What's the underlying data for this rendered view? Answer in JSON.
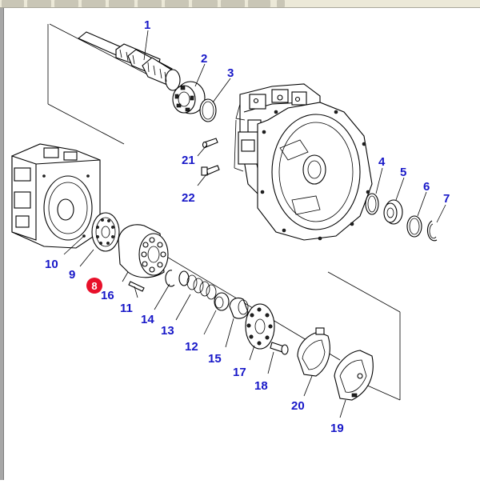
{
  "callouts": {
    "c1": "1",
    "c2": "2",
    "c3": "3",
    "c4": "4",
    "c5": "5",
    "c6": "6",
    "c7": "7",
    "c8": "8",
    "c9": "9",
    "c10": "10",
    "c11": "11",
    "c12": "12",
    "c13": "13",
    "c14": "14",
    "c15": "15",
    "c16": "16",
    "c17": "17",
    "c18": "18",
    "c19": "19",
    "c20": "20",
    "c21": "21",
    "c22": "22"
  },
  "highlight": {
    "callout": "8",
    "color": "#e8102a"
  },
  "colors": {
    "callout_text": "#1818c8",
    "line": "#000000",
    "background": "#ffffff"
  }
}
